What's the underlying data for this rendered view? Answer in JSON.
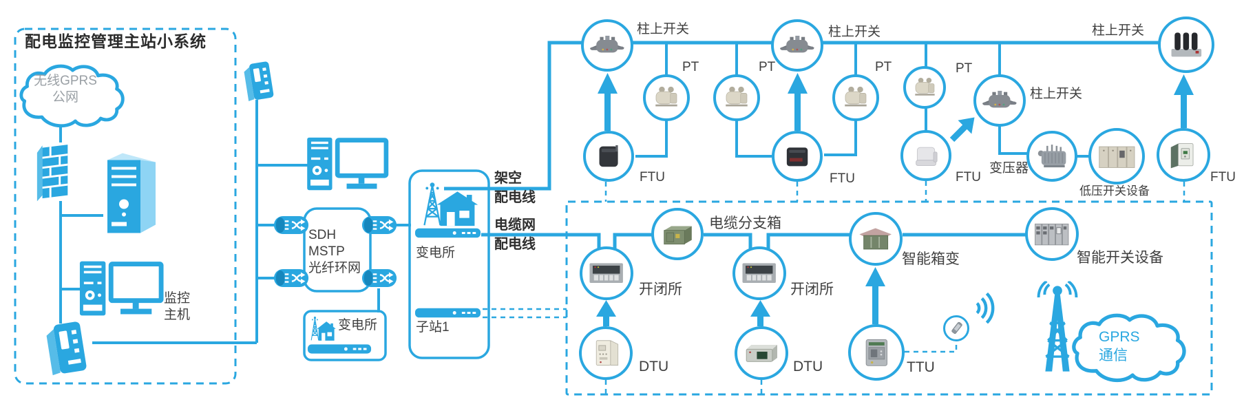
{
  "colors": {
    "accent": "#2aa7e0",
    "label": "#3f3f3f",
    "muted": "#9aa0a5"
  },
  "left_panel": {
    "title": "配电监控管理主站小系统",
    "gprs_cloud": "无线GPRS\n公网",
    "monitor_host": "监控\n主机"
  },
  "backbone": {
    "ring": "SDH\nMSTP\n光纤环网",
    "substation_small": "变电所",
    "substation_main": "变电所",
    "substation_sub": "子站1",
    "overhead_feeder": "架空\n配电线",
    "cable_feeder": "电缆网\n配电线"
  },
  "overhead": {
    "ps1": "柱上开关",
    "ps2": "柱上开关",
    "ps3": "柱上开关",
    "ps4": "柱上开关",
    "pt1": "PT",
    "pt2": "PT",
    "pt3": "PT",
    "pt4": "PT",
    "ftu1": "FTU",
    "ftu2": "FTU",
    "ftu3": "FTU",
    "ftu4": "FTU",
    "transformer": "变压器",
    "lv_switchgear": "低压开关设备"
  },
  "cable": {
    "switch_station1": "开闭所",
    "switch_station2": "开闭所",
    "branch_box": "电缆分支箱",
    "smart_box_transformer": "智能箱变",
    "smart_switchgear": "智能开关设备",
    "dtu1": "DTU",
    "dtu2": "DTU",
    "ttu": "TTU",
    "gprs": "GPRS\n通信"
  },
  "icons": {
    "cloud": "cloud-outline",
    "firewall": "brick-firewall",
    "server": "server-tower",
    "workstation": "pc-with-monitor",
    "router": "comm-router",
    "switch": "fiber-switch",
    "substation": "tower-and-house",
    "rack": "rack-unit",
    "antenna": "gprs-mast",
    "wifi": "wifi-arcs",
    "phone": "mobile-phone"
  }
}
